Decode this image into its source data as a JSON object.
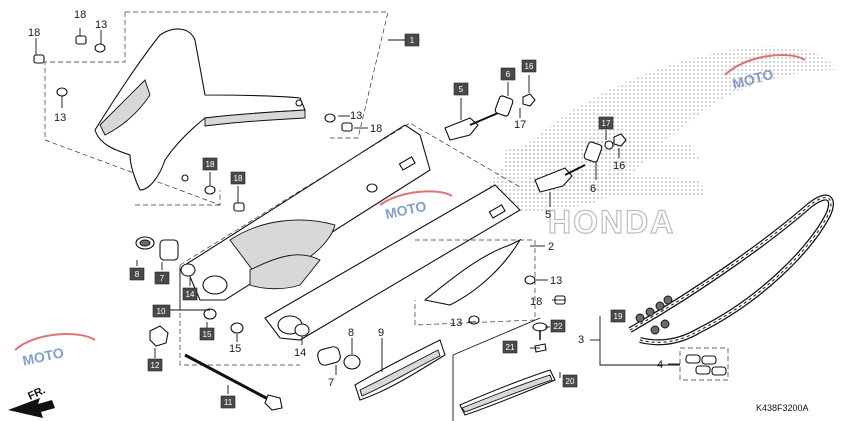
{
  "diagram_code": "K438F3200A",
  "direction_label": "FR.",
  "watermark_text": "MOTO",
  "brand_text": "HONDA",
  "callouts": {
    "c1": "1",
    "c2": "2",
    "c3": "3",
    "c4": "4",
    "c5a": "5",
    "c5b": "5",
    "c6a": "6",
    "c6b": "6",
    "c7a": "7",
    "c7b": "7",
    "c8a": "8",
    "c8b": "8",
    "c9": "9",
    "c10": "10",
    "c11": "11",
    "c12": "12",
    "c13a": "13",
    "c13b": "13",
    "c13c": "13",
    "c13d": "13",
    "c13e": "13",
    "c14a": "14",
    "c14b": "14",
    "c15a": "15",
    "c15b": "15",
    "c16a": "16",
    "c16b": "16",
    "c17a": "17",
    "c17b": "17",
    "c18a": "18",
    "c18b": "18",
    "c18c": "18",
    "c18d": "18",
    "c18e": "18",
    "c19": "19",
    "c20": "20",
    "c21": "21",
    "c22": "22"
  },
  "colors": {
    "box_fill": "#4a4a4a",
    "watermark_red": "#d6454a",
    "watermark_blue": "#5b7fc0",
    "honda_gray": "#cfcfcf"
  }
}
